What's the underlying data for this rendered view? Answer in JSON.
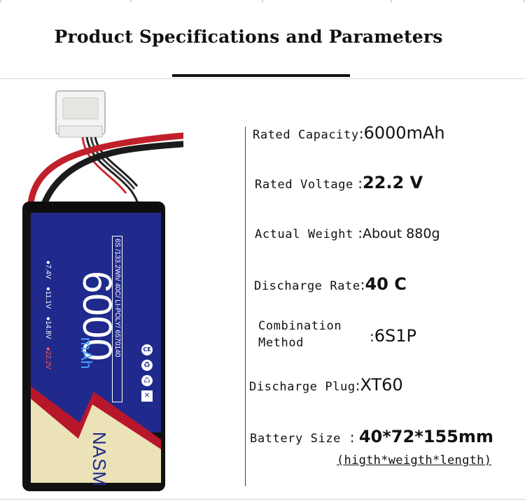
{
  "header": {
    "title": "Product Specifications and Parameters"
  },
  "battery_label": {
    "spec_line": "6S /133.2Wh/ 40C/ LI-POLY/ 6570140",
    "capacity_number": "6000",
    "capacity_unit": "mAh",
    "voltage_options": [
      "●7.4V",
      "●11.1V",
      "●14.8V",
      "●22.2V"
    ],
    "brand": "NASM",
    "colors": {
      "body": "#1f2a8c",
      "accent_red": "#b8162a",
      "base": "#ece2b8",
      "plug": "#f3a526",
      "wire": "#c0202a"
    },
    "icons": [
      "ce-mark-icon",
      "recycle-icon",
      "battery-recycle-icon",
      "no-bin-icon"
    ]
  },
  "specs": [
    {
      "label": "Rated Capacity",
      "value": "6000mAh"
    },
    {
      "label": "Rated Voltage",
      "value": "22.2 V"
    },
    {
      "label": "Actual Weight",
      "value": "About 880g"
    },
    {
      "label": "Discharge Rate",
      "value": "40 C"
    },
    {
      "label": "Combination Method",
      "label_line1": "Combination",
      "label_line2": "Method",
      "value": "6S1P"
    },
    {
      "label": "Discharge Plug",
      "value": "XT60"
    },
    {
      "label": "Battery Size",
      "value": "40*72*155mm"
    }
  ],
  "size_note": "(higth*weigth*length)"
}
